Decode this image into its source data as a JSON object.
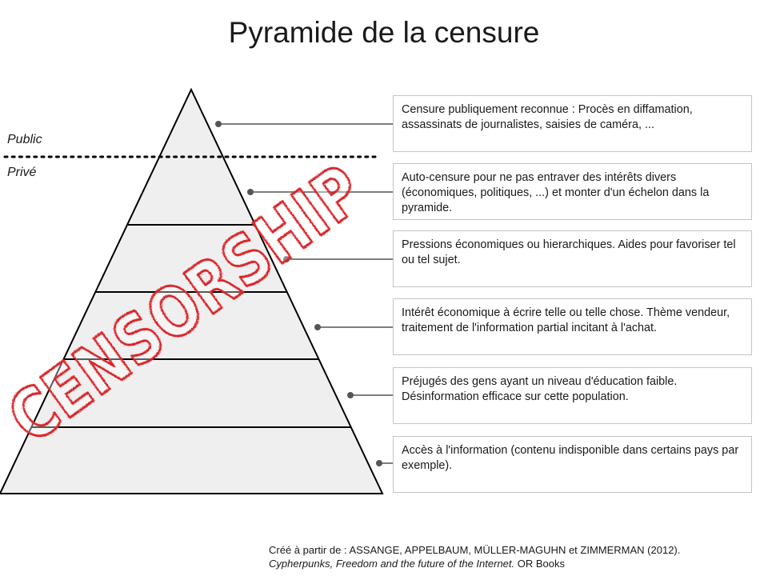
{
  "title": "Pyramide de la censure",
  "zones": {
    "public": "Public",
    "private": "Privé"
  },
  "levels": [
    {
      "text": "Censure publiquement reconnue : Procès en diffamation, assassinats de journalistes, saisies de caméra, ..."
    },
    {
      "text": "Auto-censure pour ne pas entraver des intérêts divers (économiques, politiques, ...) et monter d'un échelon dans la pyramide."
    },
    {
      "text": "Pressions économiques ou hierarchiques. Aides pour favoriser tel ou tel sujet."
    },
    {
      "text": "Intérêt économique à écrire telle ou telle chose. Thème vendeur, traitement de l'information partial incitant à l'achat."
    },
    {
      "text": "Préjugés des gens ayant un niveau d'éducation faible. Désinformation efficace sur cette population."
    },
    {
      "text": "Accès à l'information (contenu indisponible dans certains pays par exemple)."
    }
  ],
  "stamp": {
    "text": "CENSORSHIP",
    "color": "#d9252b"
  },
  "footer": {
    "prefix": "Créé à partir de : ASSANGE, APPELBAUM, MÜLLER-MAGUHN et ZIMMERMAN (2012).",
    "book_title": "Cypherpunks, Freedom and the future of the Internet.",
    "publisher": " OR Books"
  },
  "colors": {
    "pyramid_fill": "#efefef",
    "outline": "#000000",
    "connector": "#555555",
    "box_border": "#c4c4c4"
  }
}
